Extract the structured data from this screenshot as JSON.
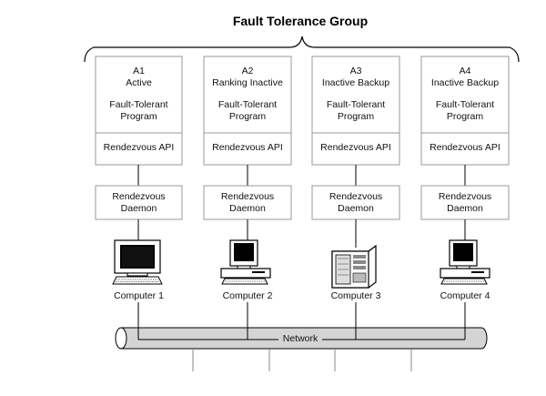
{
  "title": "Fault Tolerance Group",
  "network_label": "Network",
  "nodes": [
    {
      "id": "A1",
      "status": "Active",
      "program": "Fault-Tolerant",
      "program2": "Program",
      "api": "Rendezvous API",
      "daemon": "Rendezvous",
      "daemon2": "Daemon",
      "computer": "Computer 1",
      "computer_type": "workstation-icon"
    },
    {
      "id": "A2",
      "status": "Ranking Inactive",
      "program": "Fault-Tolerant",
      "program2": "Program",
      "api": "Rendezvous API",
      "daemon": "Rendezvous",
      "daemon2": "Daemon",
      "computer": "Computer 2",
      "computer_type": "desktop-pc-icon"
    },
    {
      "id": "A3",
      "status": "Inactive Backup",
      "program": "Fault-Tolerant",
      "program2": "Program",
      "api": "Rendezvous API",
      "daemon": "Rendezvous",
      "daemon2": "Daemon",
      "computer": "Computer 3",
      "computer_type": "server-tower-icon"
    },
    {
      "id": "A4",
      "status": "Inactive Backup",
      "program": "Fault-Tolerant",
      "program2": "Program",
      "api": "Rendezvous API",
      "daemon": "Rendezvous",
      "daemon2": "Daemon",
      "computer": "Computer 4",
      "computer_type": "desktop-pc-icon"
    }
  ]
}
